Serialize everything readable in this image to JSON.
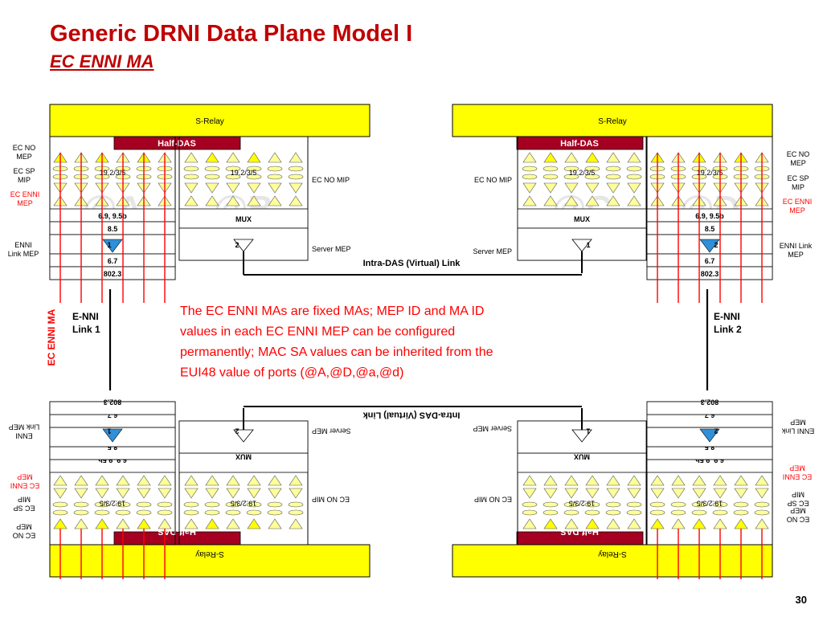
{
  "title": "Generic DRNI Data Plane Model I",
  "subtitle": "EC ENNI MA",
  "page_number": "30",
  "srelay_label": "S-Relay",
  "half_das_label": "Half-DAS",
  "mux_label": "MUX",
  "layer_labels": {
    "ec_layers": "19.2/3/5",
    "layer_69": "6.9, 9.5b",
    "layer_85": "8.5",
    "layer_67": "6.7",
    "layer_8023": "802.3",
    "port_left": "1",
    "port_right": "2"
  },
  "watermarks": {
    "a": "@A",
    "b": "@B",
    "c": "@C",
    "d": "@D",
    "la": "@a",
    "lb": "@b",
    "lc": "@c",
    "ld": "@d"
  },
  "labels": {
    "ec_no_mep": "EC NO MEP",
    "ec_sp_mip": "EC SP MIP",
    "ec_enni_mep": "EC ENNI MEP",
    "enni_link_mep_left": "ENNI Link MEP",
    "enni_link_mep_right": "ENNI Link MEP",
    "ec_no_mip": "EC NO MIP",
    "server_mep": "Server MEP",
    "intra_das_link": "Intra-DAS (Virtual) Link",
    "enni_link_1": "E-NNI Link 1",
    "enni_link_2": "E-NNI Link 2",
    "ec_enni_ma_vertical": "EC ENNI MA"
  },
  "note": "The EC ENNI MAs are fixed MAs; MEP ID and MA ID values in each EC ENNI MEP can be configured permanently; MAC SA values can be inherited from the EUI48 value of ports (@A,@D,@a,@d)",
  "colors": {
    "title": "#c00000",
    "srelay_fill": "#ffff00",
    "half_das_fill": "#a50021",
    "red_line": "#ff0000",
    "triangle_fill": "#ffff99",
    "triangle_highlight": "#ffff00",
    "port_triangle": "#2f8fd8",
    "watermark": "#e6e6e6"
  }
}
